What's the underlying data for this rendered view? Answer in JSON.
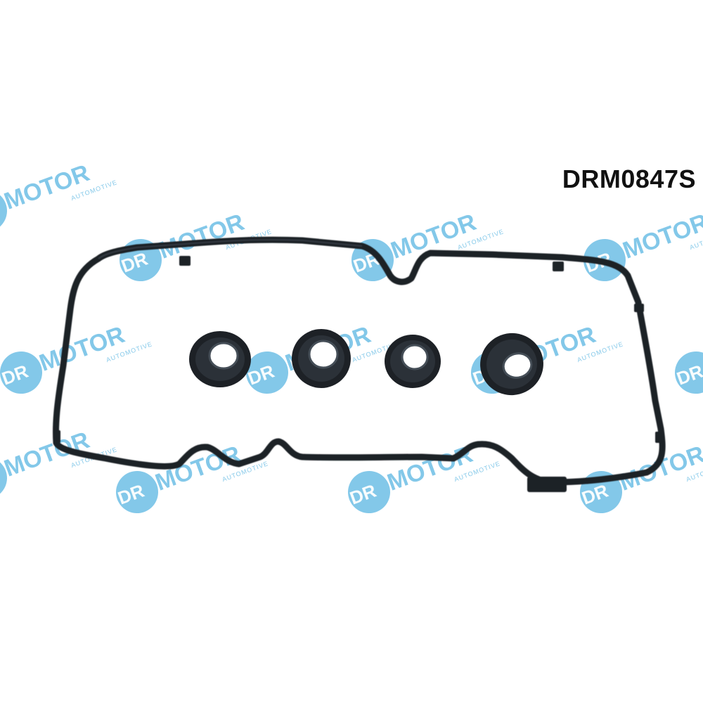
{
  "product": {
    "code": "DRM0847S"
  },
  "watermark": {
    "brand": "DR.MOTOR",
    "subline": "AUTOMOTIVE",
    "color": "#1e9bd7"
  },
  "photo": {
    "background": "#ffffff",
    "gasket_color": "#1d2126"
  }
}
